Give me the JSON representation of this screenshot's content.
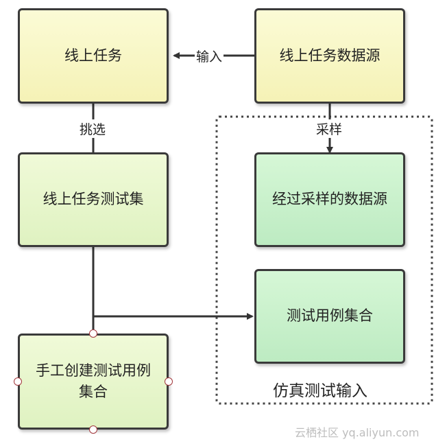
{
  "nodes": {
    "online_tasks": "线上任务",
    "online_task_data_source": "线上任务数据源",
    "online_task_test_set": "线上任务测试集",
    "sampled_data_source": "经过采样的数据源",
    "test_case_collection": "测试用例集合",
    "manual_test_cases": "手工创建测试用例集合"
  },
  "edges": {
    "input": "输入",
    "select": "挑选",
    "sample": "采样"
  },
  "group_caption": "仿真测试输入",
  "watermark": "云栖社区 yq.aliyun.com",
  "colors": {
    "yellow_box": "#f7f4bd",
    "light_green_box": "#e4f5c7",
    "green_box": "#c4eec8",
    "border": "#3a3a3a",
    "handle": "#a2373c"
  }
}
